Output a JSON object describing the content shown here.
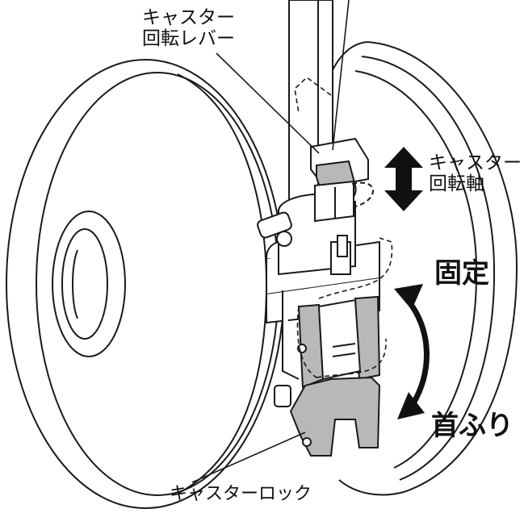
{
  "labels": {
    "lever": [
      "キャスター",
      "回転レバー"
    ],
    "axis": [
      "キャスター",
      "回転軸"
    ],
    "fixed": "固定",
    "swivel": "首ふり",
    "lock": "キャスターロック"
  },
  "colors": {
    "line": "#1a1a1a",
    "shade": "#b8b8b8",
    "arrow": "#111111",
    "background": "#ffffff"
  }
}
